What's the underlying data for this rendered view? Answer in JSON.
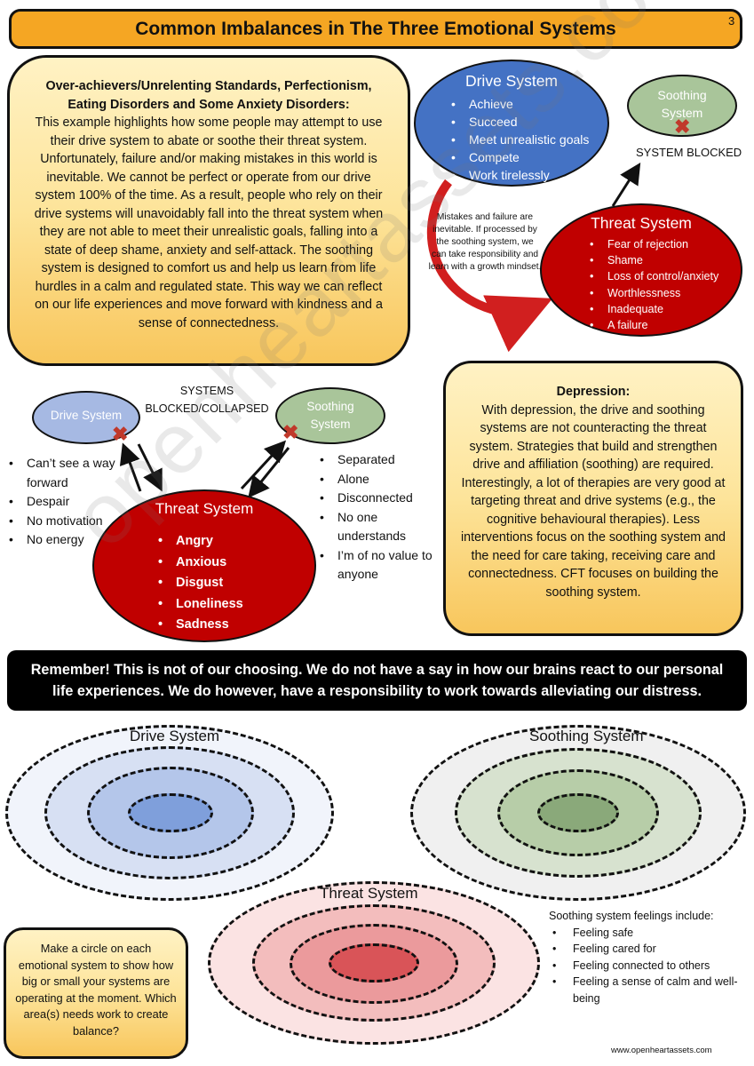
{
  "page_number": "3",
  "title": "Common Imbalances in The Three Emotional Systems",
  "intro": {
    "heading": "Over-achievers/Unrelenting Standards, Perfectionism, Eating Disorders and Some Anxiety Disorders:",
    "body": "This example highlights how some people may attempt to use their drive system to abate or soothe their threat system. Unfortunately, failure and/or making mistakes in this world is inevitable. We cannot be perfect or operate from our drive system 100% of the time. As a result, people who rely on their drive systems will unavoidably fall into the threat system when they are not able to meet their unrealistic goals, falling into a state of deep shame, anxiety and self-attack. The soothing system is designed to comfort us and help us learn from life hurdles in a calm and regulated state. This way we can reflect on our life experiences and move forward with kindness and a sense of connectedness."
  },
  "diagram1": {
    "drive_title": "Drive System",
    "drive_items": [
      "Achieve",
      "Succeed",
      "Meet unrealistic goals",
      "Compete",
      "Work tirelessly"
    ],
    "soothing_title": "Soothing System",
    "blocked_label": "SYSTEM BLOCKED",
    "note": "Mistakes and failure are inevitable. If processed by the soothing system, we can take responsibility and learn with a growth mindset.",
    "threat_title": "Threat System",
    "threat_items": [
      "Fear of rejection",
      "Shame",
      "Loss of control/anxiety",
      "Worthlessness",
      "Inadequate",
      "A failure"
    ]
  },
  "diagram2": {
    "drive_title": "Drive System",
    "soothing_title": "Soothing System",
    "blocked_label": "SYSTEMS BLOCKED/COLLAPSED",
    "left_items": [
      "Can’t see a way forward",
      "Despair",
      "No motivation",
      "No energy"
    ],
    "right_items": [
      "Separated",
      "Alone",
      "Disconnected",
      "No one understands",
      "I’m of no value to anyone"
    ],
    "threat_title": "Threat System",
    "threat_items": [
      "Angry",
      "Anxious",
      "Disgust",
      "Loneliness",
      "Sadness"
    ]
  },
  "depression": {
    "heading": "Depression:",
    "body": "With depression, the drive and soothing systems are not counteracting the threat system. Strategies that build and strengthen drive and affiliation (soothing) are required. Interestingly, a lot of therapies are very good at targeting threat and drive systems (e.g., the cognitive behavioural therapies). Less interventions focus on the soothing system and the need for care taking, receiving care and connectedness. CFT focuses on building the soothing system."
  },
  "remember": "Remember! This is not of our choosing. We do not have a say in how our brains react to our personal life experiences. We do however, have a responsibility to work towards alleviating our distress.",
  "rings": {
    "drive_title": "Drive System",
    "soothing_title": "Soothing System",
    "threat_title": "Threat System",
    "drive_color": "#4472c4",
    "soothing_color": "#70a35a",
    "threat_color": "#d9363e"
  },
  "circle_prompt": "Make a circle on each emotional system to show how big or small your systems are operating at the moment. Which area(s) needs work to create balance?",
  "soothing_feelings": {
    "heading": "Soothing system feelings include:",
    "items": [
      "Feeling safe",
      "Feeling cared for",
      "Feeling connected to others",
      "Feeling a sense of calm and well-being"
    ]
  },
  "website": "www.openheartassets.com",
  "watermark": "openheartassets.com"
}
